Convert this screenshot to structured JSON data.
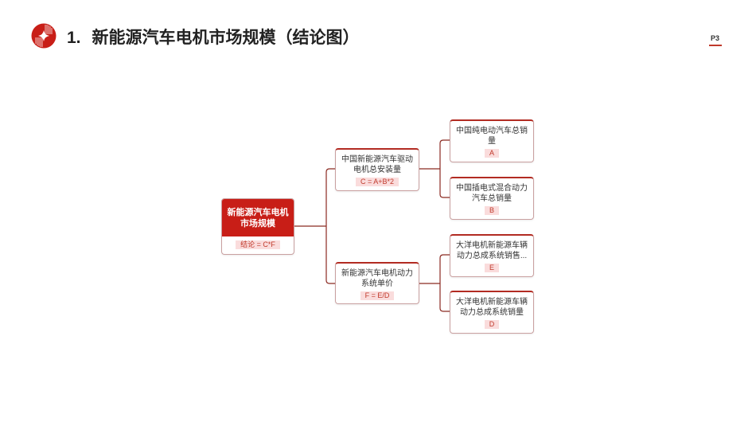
{
  "header": {
    "number": "1.",
    "title": "新能源汽车电机市场规模（结论图）",
    "page": "P3"
  },
  "colors": {
    "accent": "#c81e17",
    "tag_bg": "#fadcdc"
  },
  "diagram": {
    "root": {
      "label": "新能源汽车电机市场规模",
      "formula": "结论 = C*F"
    },
    "mid": [
      {
        "label": "中国新能源汽车驱动电机总安装量",
        "formula": "C = A+B*2"
      },
      {
        "label": "新能源汽车电机动力系统单价",
        "formula": "F = E/D"
      }
    ],
    "leaves": [
      {
        "label": "中国纯电动汽车总销量",
        "formula": "A"
      },
      {
        "label": "中国插电式混合动力汽车总销量",
        "formula": "B"
      },
      {
        "label": "大洋电机新能源车辆动力总成系统销售...",
        "formula": "E"
      },
      {
        "label": "大洋电机新能源车辆动力总成系统销量",
        "formula": "D"
      }
    ]
  }
}
